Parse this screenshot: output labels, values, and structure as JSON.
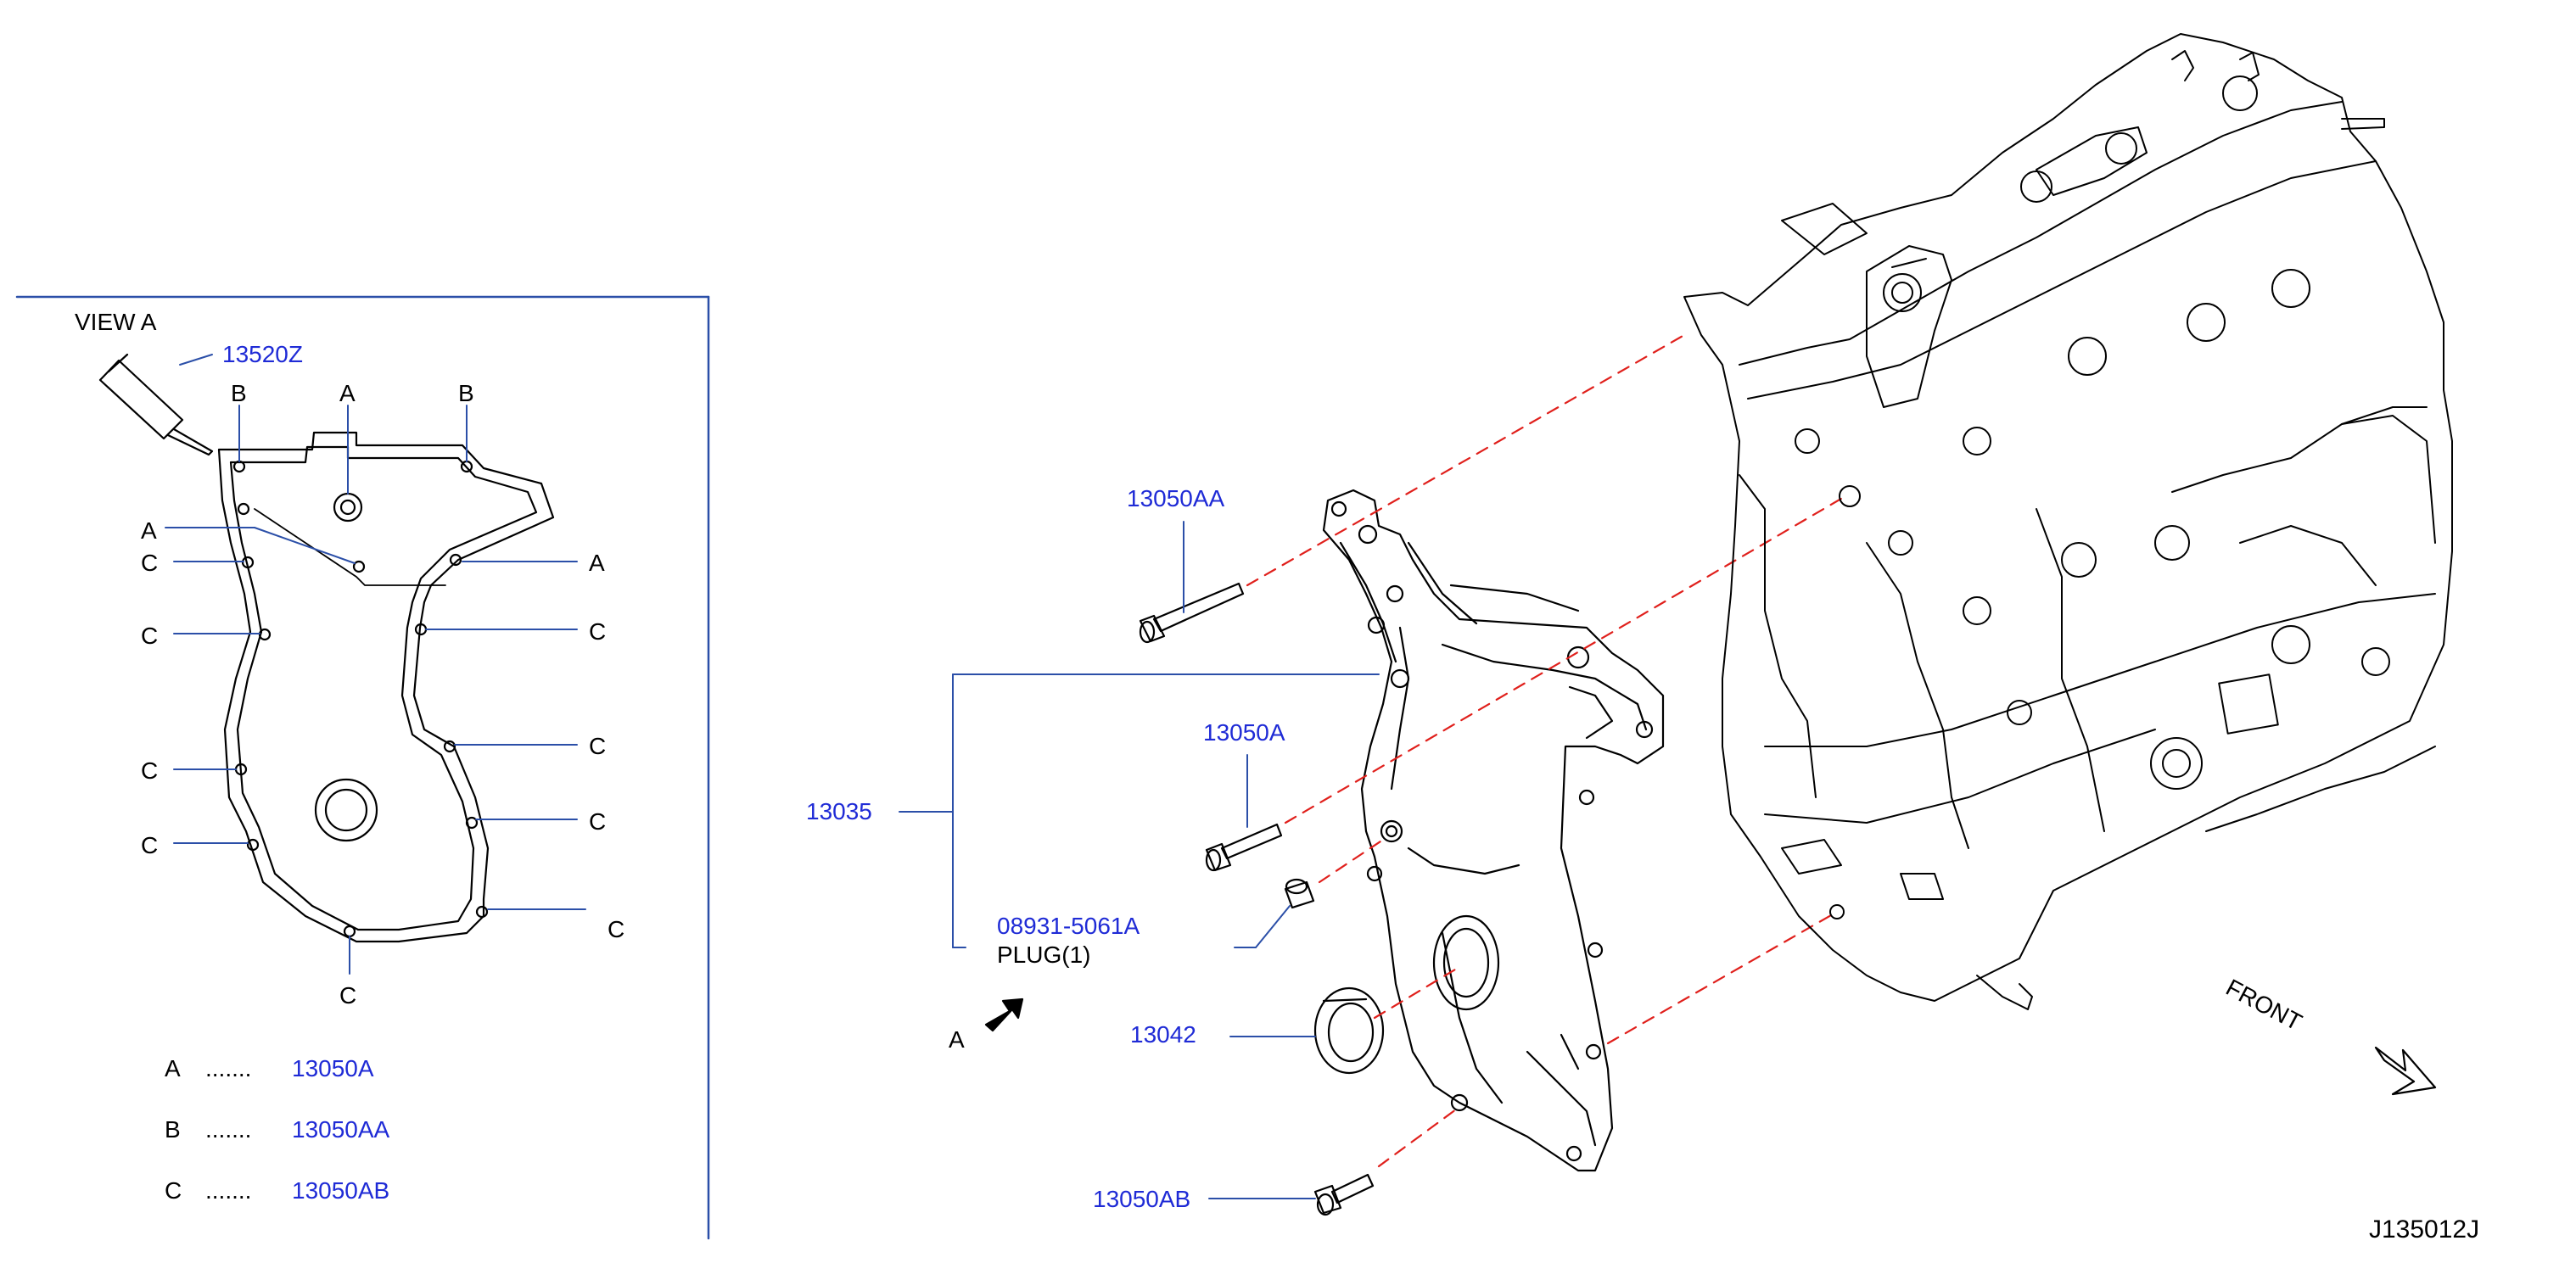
{
  "view_panel": {
    "title": "VIEW   A",
    "sealant_part": "13520Z",
    "markers": {
      "a": "A",
      "b": "B",
      "c": "C"
    },
    "legend": [
      {
        "key": "A",
        "dots": ".......",
        "part": "13050A"
      },
      {
        "key": "B",
        "dots": ".......",
        "part": "13050AA"
      },
      {
        "key": "C",
        "dots": ".......",
        "part": "13050AB"
      }
    ]
  },
  "parts": {
    "bolt_aa": "13050AA",
    "bolt_a": "13050A",
    "cover": "13035",
    "plug_number": "08931-5061A",
    "plug_name": "PLUG(1)",
    "seal": "13042",
    "bolt_ab": "13050AB"
  },
  "view_arrow_label": "A",
  "front_label": "FRONT",
  "diagram_id": "J135012J",
  "colors": {
    "part_number": "#1f2bd6",
    "leader": "#2b4fa8",
    "dashed": "#e0201c",
    "line": "#000000"
  }
}
